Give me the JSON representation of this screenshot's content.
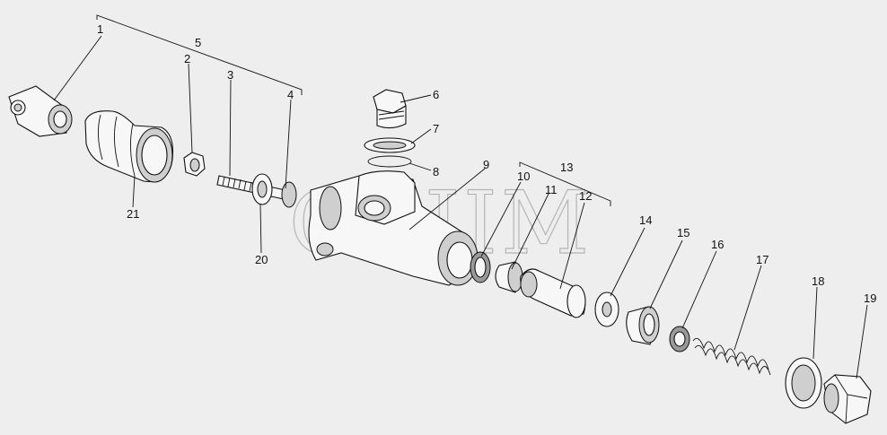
{
  "watermark": "CEJIM",
  "callouts": [
    "1",
    "2",
    "3",
    "4",
    "5",
    "6",
    "7",
    "8",
    "9",
    "10",
    "11",
    "12",
    "13",
    "14",
    "15",
    "16",
    "17",
    "18",
    "19",
    "20",
    "21"
  ]
}
